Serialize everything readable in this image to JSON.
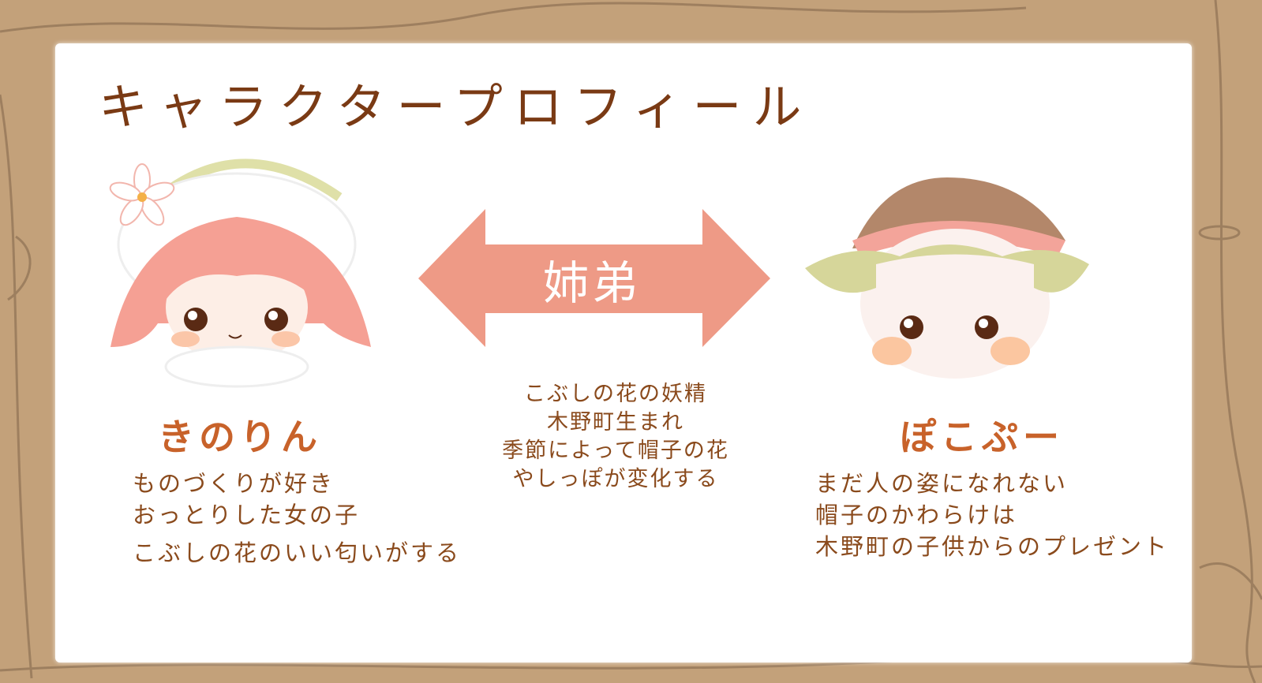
{
  "title": "キャラクタープロフィール",
  "relation": "姉弟",
  "center_description": [
    "こぶしの花の妖精",
    "木野町生まれ",
    "季節によって帽子の花",
    "やしっぽが変化する"
  ],
  "characters": [
    {
      "name": "きのりん",
      "lines": [
        "ものづくりが好き",
        "おっとりした女の子",
        "こぶしの花のいい匂いがする"
      ]
    },
    {
      "name": "ぽこぷー",
      "lines": [
        "まだ人の姿になれない",
        "帽子のかわらけは",
        "木野町の子供からのプレゼント"
      ]
    }
  ],
  "colors": {
    "background": "#c3a17a",
    "arrow": "#ee9a86",
    "name": "#c8622a",
    "text": "#8a4a1c"
  }
}
